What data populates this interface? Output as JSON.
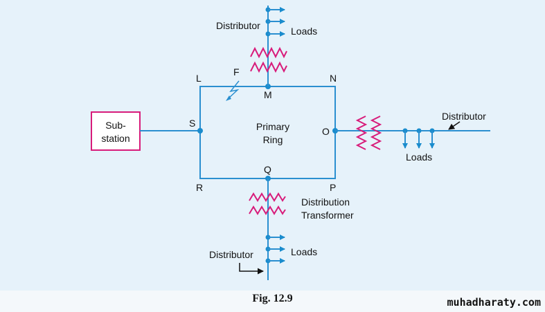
{
  "labels": {
    "substation_line1": "Sub-",
    "substation_line2": "station",
    "primary_ring_line1": "Primary",
    "primary_ring_line2": "Ring",
    "node_S": "S",
    "node_L": "L",
    "node_M": "M",
    "node_N": "N",
    "node_O": "O",
    "node_P": "P",
    "node_Q": "Q",
    "node_R": "R",
    "fault": "F",
    "distributor_top": "Distributor",
    "loads_top": "Loads",
    "distributor_right": "Distributor",
    "loads_right": "Loads",
    "distribution_transformer_line1": "Distribution",
    "distribution_transformer_line2": "Transformer",
    "distributor_bottom": "Distributor",
    "loads_bottom": "Loads"
  },
  "caption": "Fig. 12.9",
  "watermark": "muhadharaty.com",
  "colors": {
    "background": "#e6f2fa",
    "line": "#2a8fd0",
    "node": "#1a8ccd",
    "transformer": "#d81b7a",
    "substation_border": "#d81b7a",
    "text": "#111111"
  }
}
